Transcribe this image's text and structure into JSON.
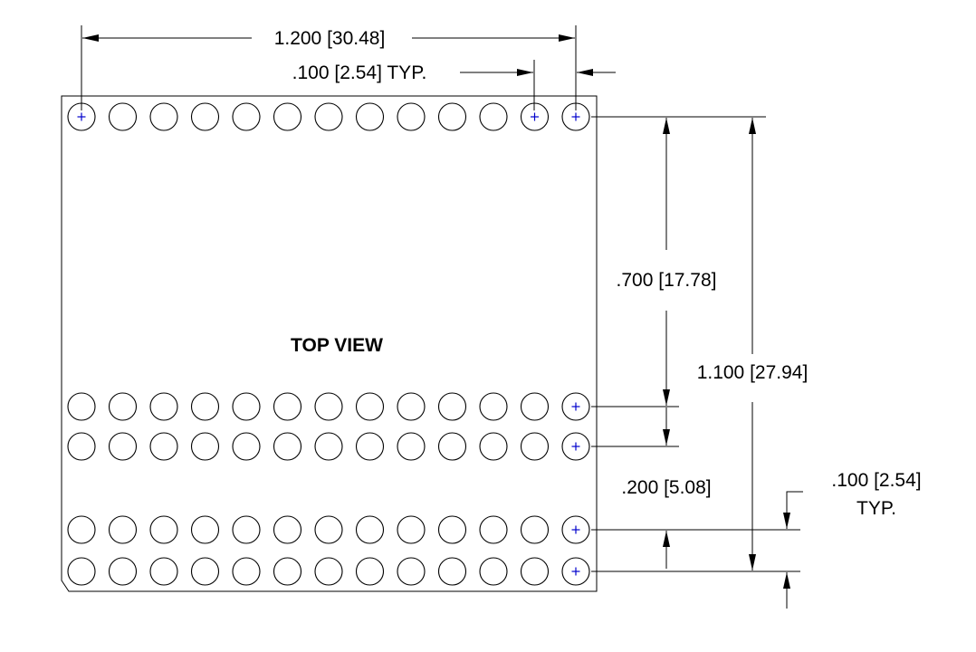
{
  "title": "TOP VIEW",
  "pin_rows": 5,
  "pins_per_row": 13,
  "marked_pins": [
    {
      "row": 0,
      "col": 0
    },
    {
      "row": 0,
      "col": 11
    },
    {
      "row": 0,
      "col": 12
    },
    {
      "row": 1,
      "col": 12
    },
    {
      "row": 2,
      "col": 12
    },
    {
      "row": 3,
      "col": 12
    },
    {
      "row": 4,
      "col": 12
    }
  ],
  "colors": {
    "line": "#000000",
    "crosshair": "#0000cc",
    "background": "#ffffff"
  },
  "dimensions": {
    "overall_width": "1.200 [30.48]",
    "pitch_top_line1": ".100 [2.54] TYP.",
    "row_gap_upper": ".700 [17.78]",
    "overall_height": "1.100 [27.94]",
    "row_gap_lower": ".200 [5.08]",
    "pitch_right_line1": ".100 [2.54]",
    "pitch_right_line2": "TYP."
  }
}
